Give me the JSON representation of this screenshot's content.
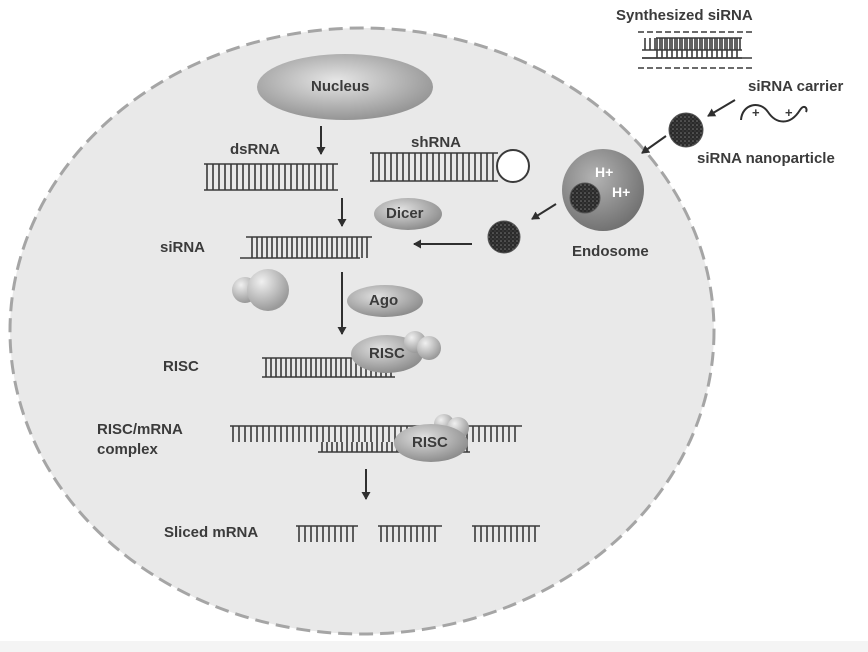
{
  "diagram": {
    "labels": {
      "synthesized_sirna": "Synthesized siRNA",
      "sirna_carrier": "siRNA carrier",
      "sirna_nanoparticle": "siRNA nanoparticle",
      "endosome": "Endosome",
      "h_plus_1": "H+",
      "h_plus_2": "H+",
      "nucleus": "Nucleus",
      "dsrna": "dsRNA",
      "shrna": "shRNA",
      "dicer": "Dicer",
      "sirna": "siRNA",
      "ago": "Ago",
      "risc_label": "RISC",
      "risc_protein": "RISC",
      "risc_mrna_line1": "RISC/mRNA",
      "risc_mrna_line2": "complex",
      "risc_complex_protein": "RISC",
      "sliced_mrna": "Sliced mRNA",
      "carrier_plus_1": "+",
      "carrier_plus_2": "+"
    },
    "colors": {
      "cell_fill": "#e9e9e9",
      "cell_border": "#9a9a9a",
      "ink": "#3b3b3b",
      "endosome_fill": "#8c8c8c",
      "nanoparticle_fill": "#2e2e2e"
    }
  }
}
